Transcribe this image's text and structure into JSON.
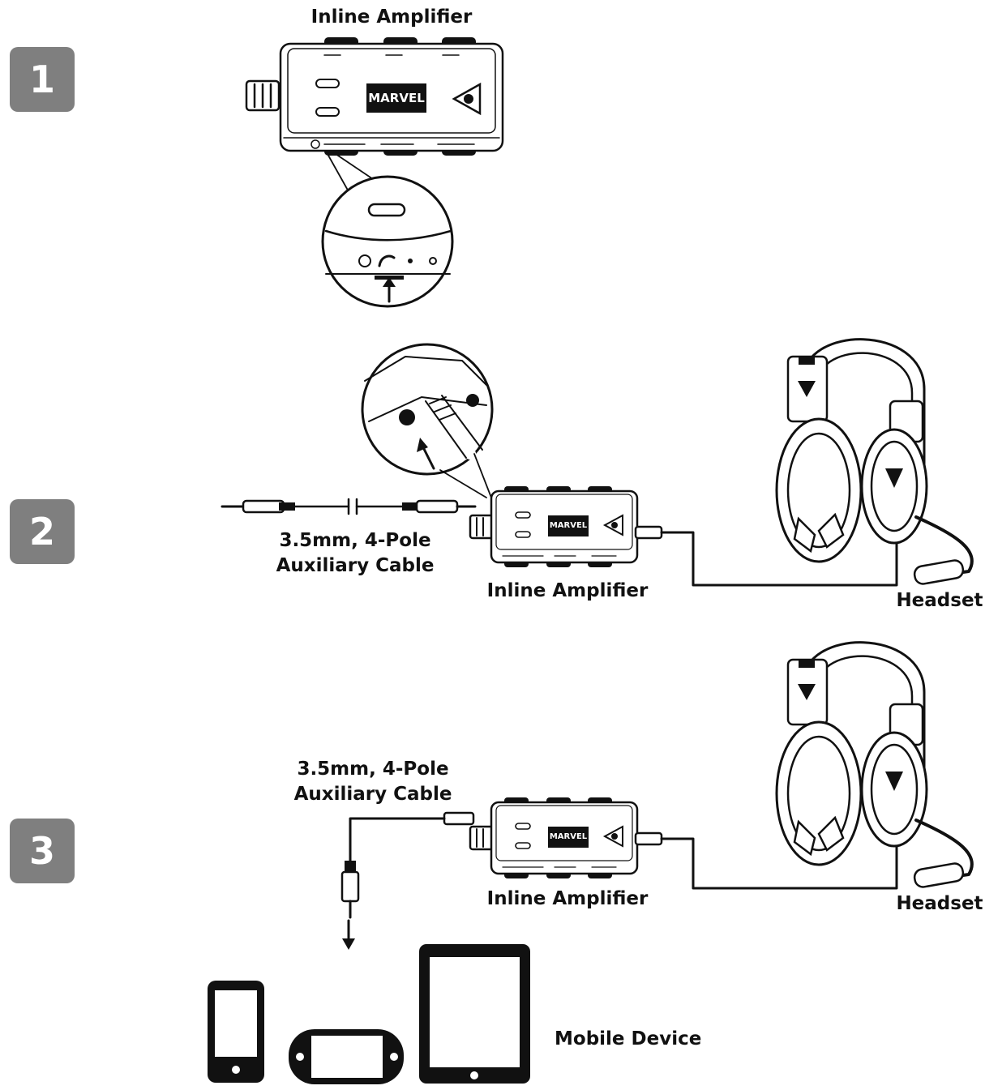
{
  "colors": {
    "badge": "#7f7f7f",
    "ink": "#111111"
  },
  "steps": [
    {
      "number": "1",
      "amplifier_label": "Inline Amplifier"
    },
    {
      "number": "2",
      "cable_label_1": "3.5mm, 4-Pole",
      "cable_label_2": "Auxiliary Cable",
      "amplifier_label": "Inline Amplifier",
      "headset_label": "Headset"
    },
    {
      "number": "3",
      "cable_label_1": "3.5mm, 4-Pole",
      "cable_label_2": "Auxiliary Cable",
      "amplifier_label": "Inline Amplifier",
      "headset_label": "Headset",
      "mobile_label": "Mobile Device"
    }
  ],
  "brand_logo": "MARVEL",
  "icons": [
    "inline-amplifier-icon",
    "headset-icon",
    "phone-icon",
    "handheld-console-icon",
    "tablet-icon",
    "arrow-up-icon",
    "arrow-down-icon"
  ]
}
